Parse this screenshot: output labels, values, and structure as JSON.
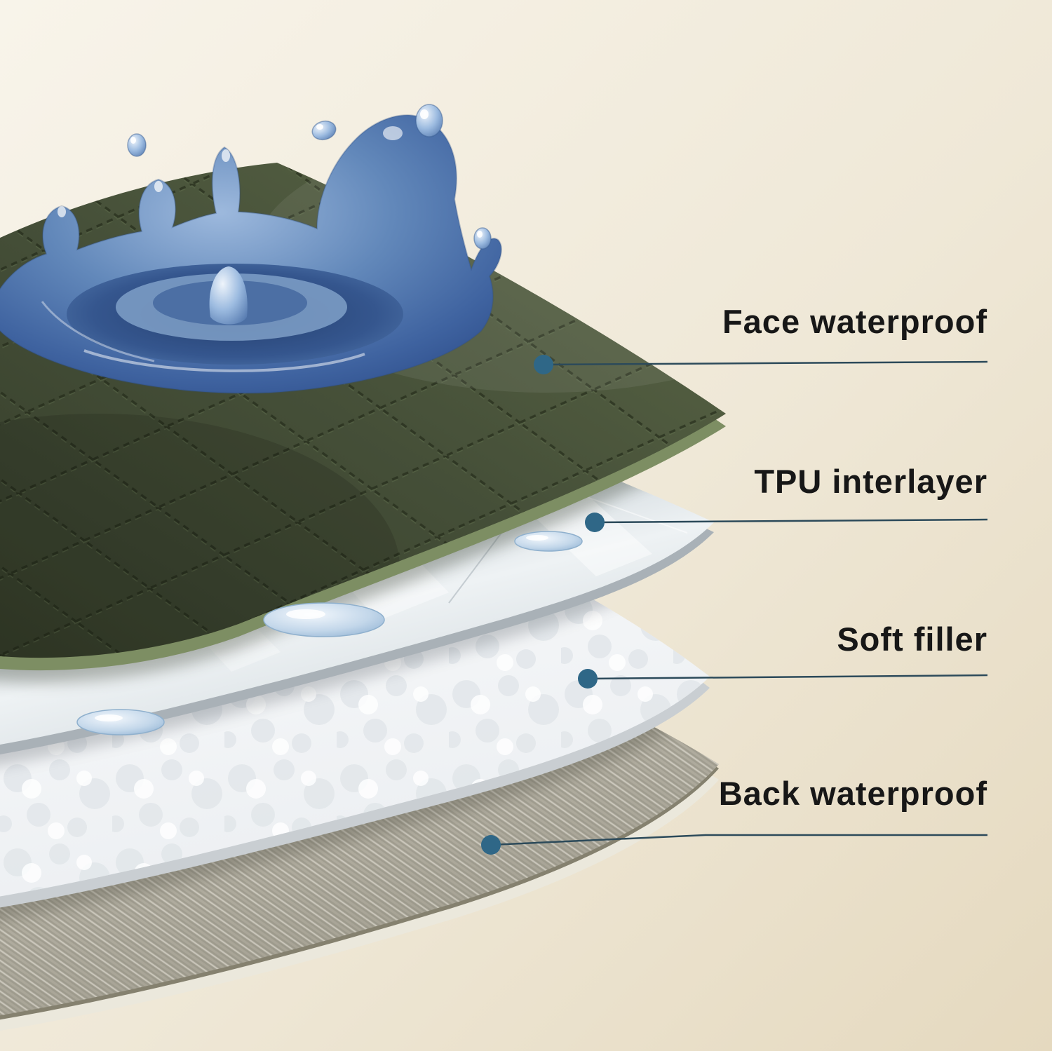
{
  "callouts": [
    {
      "id": "face-waterproof",
      "label": "Face waterproof"
    },
    {
      "id": "tpu-interlayer",
      "label": "TPU interlayer"
    },
    {
      "id": "soft-filler",
      "label": "Soft filler"
    },
    {
      "id": "back-waterproof",
      "label": "Back waterproof"
    }
  ],
  "layers": [
    {
      "name": "Face waterproof",
      "color": "#47513a"
    },
    {
      "name": "TPU interlayer",
      "color": "#dfe5e8"
    },
    {
      "name": "Soft filler",
      "color": "#f7f9fa"
    },
    {
      "name": "Back waterproof",
      "color": "#b3afa2"
    }
  ],
  "colors": {
    "background_from": "#f8f4ea",
    "background_to": "#e5d9bf",
    "callout_dot": "#2f6787",
    "callout_line": "#2c4a5a",
    "label_text": "#171717",
    "water": "#4a6fa5"
  }
}
